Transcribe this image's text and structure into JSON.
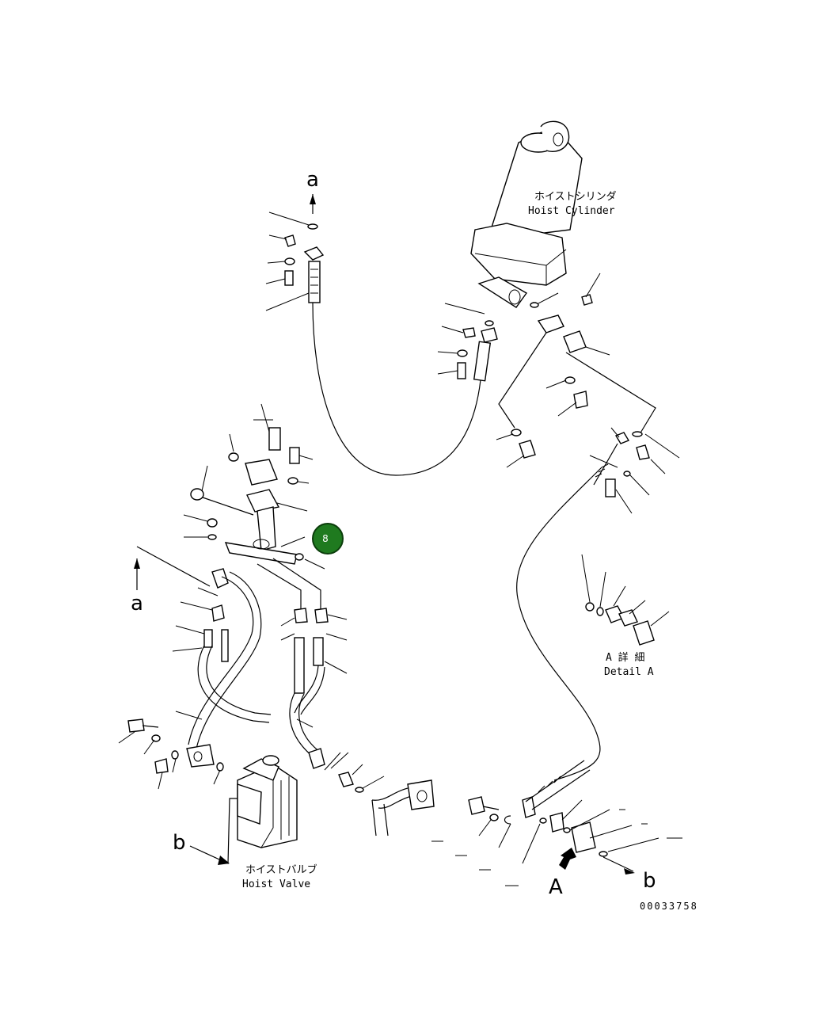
{
  "labels": {
    "hoist_cylinder_jp": "ホイストシリンダ",
    "hoist_cylinder_en": "Hoist Cylinder",
    "hoist_valve_jp": "ホイストバルブ",
    "hoist_valve_en": "Hoist Valve",
    "detail_a_jp": "A 詳 細",
    "detail_a_en": "Detail A",
    "ref_a_top": "a",
    "ref_a_left": "a",
    "ref_b_left": "b",
    "ref_b_right": "b",
    "ref_A": "A",
    "drawing_number": "00033758"
  },
  "callout": {
    "number": "8",
    "color": "#1f7a1f"
  }
}
